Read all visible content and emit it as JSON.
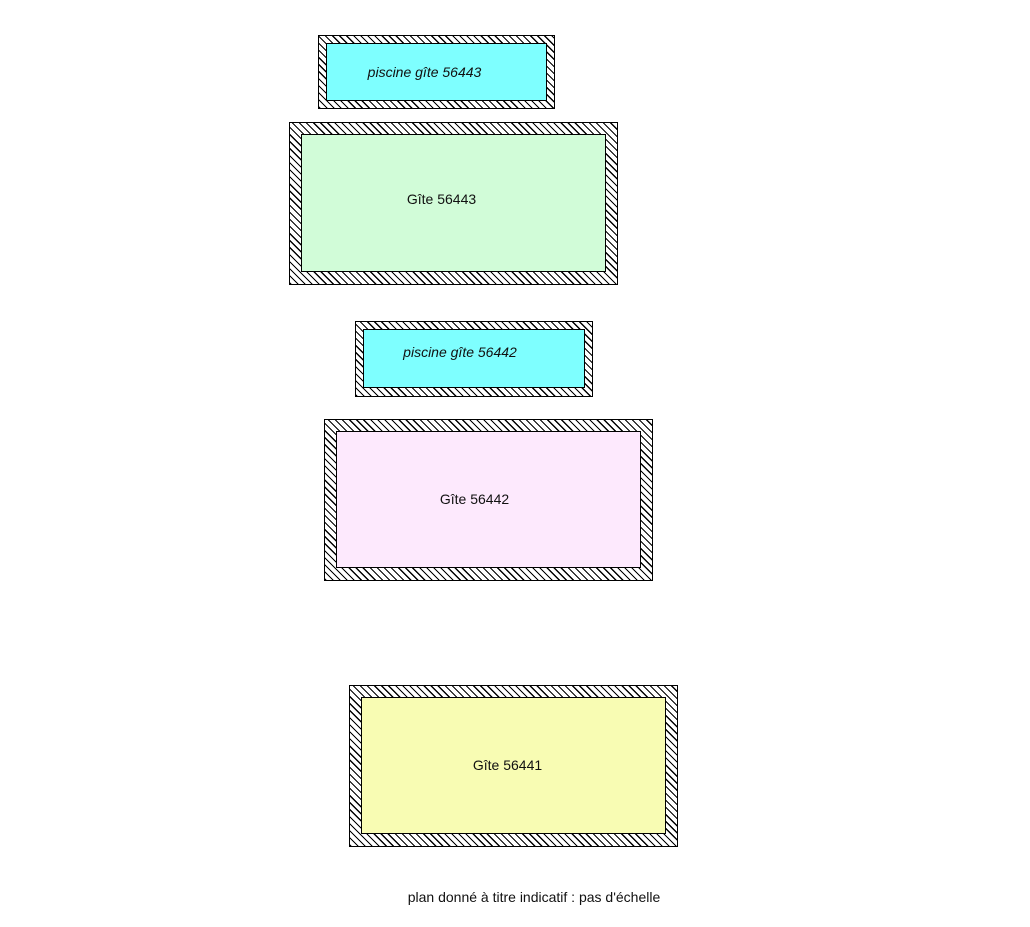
{
  "plan": {
    "blocks": [
      {
        "id": "pool-56443",
        "kind": "pool",
        "label": "piscine gîte 56443",
        "fill": "#7effff"
      },
      {
        "id": "gite-56443",
        "kind": "house",
        "label": "Gîte 56443",
        "fill": "#d1fcd8"
      },
      {
        "id": "pool-56442",
        "kind": "pool",
        "label": "piscine gîte 56442",
        "fill": "#7effff"
      },
      {
        "id": "gite-56442",
        "kind": "house",
        "label": "Gîte 56442",
        "fill": "#fde9fd"
      },
      {
        "id": "gite-56441",
        "kind": "house",
        "label": "Gîte 56441",
        "fill": "#f8fcb3"
      }
    ],
    "caption": "plan donné à titre indicatif : pas d'échelle"
  }
}
